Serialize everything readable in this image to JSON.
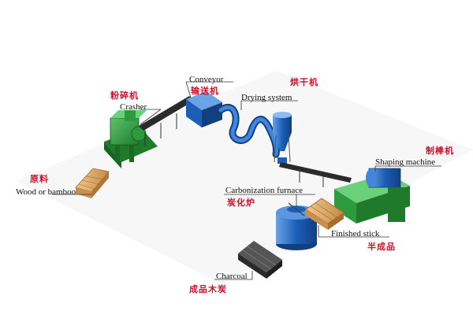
{
  "labels": {
    "raw_material_zh": "原料",
    "raw_material_en": "Wood or bamboo",
    "crusher_zh": "粉碎机",
    "crusher_en": "Crasher",
    "conveyor_en": "Conveyor",
    "conveyor_zh": "输送机",
    "drying_en": "Drying system",
    "drying_zh": "烘干机",
    "shaping_zh": "制棒机",
    "shaping_en": "Shaping machine",
    "carbonization_en": "Carbonization furnace",
    "carbonization_zh": "炭化炉",
    "finished_en": "Finished stick",
    "finished_zh": "半成品",
    "charcoal_en": "Charcoal",
    "charcoal_zh": "成品木炭"
  },
  "colors": {
    "machine_green": "#2e9a3e",
    "machine_blue": "#1b5fb8",
    "wood": "#d8a86a",
    "charcoal": "#3a3a3a",
    "chinese_label": "#d0102a",
    "leader_line": "#333333"
  },
  "icons": [
    "crusher-machine",
    "conveyor-belt",
    "drying-duct",
    "cyclone-separator",
    "shaping-machine",
    "carbonization-furnace",
    "wood-pile",
    "charcoal-sticks"
  ]
}
